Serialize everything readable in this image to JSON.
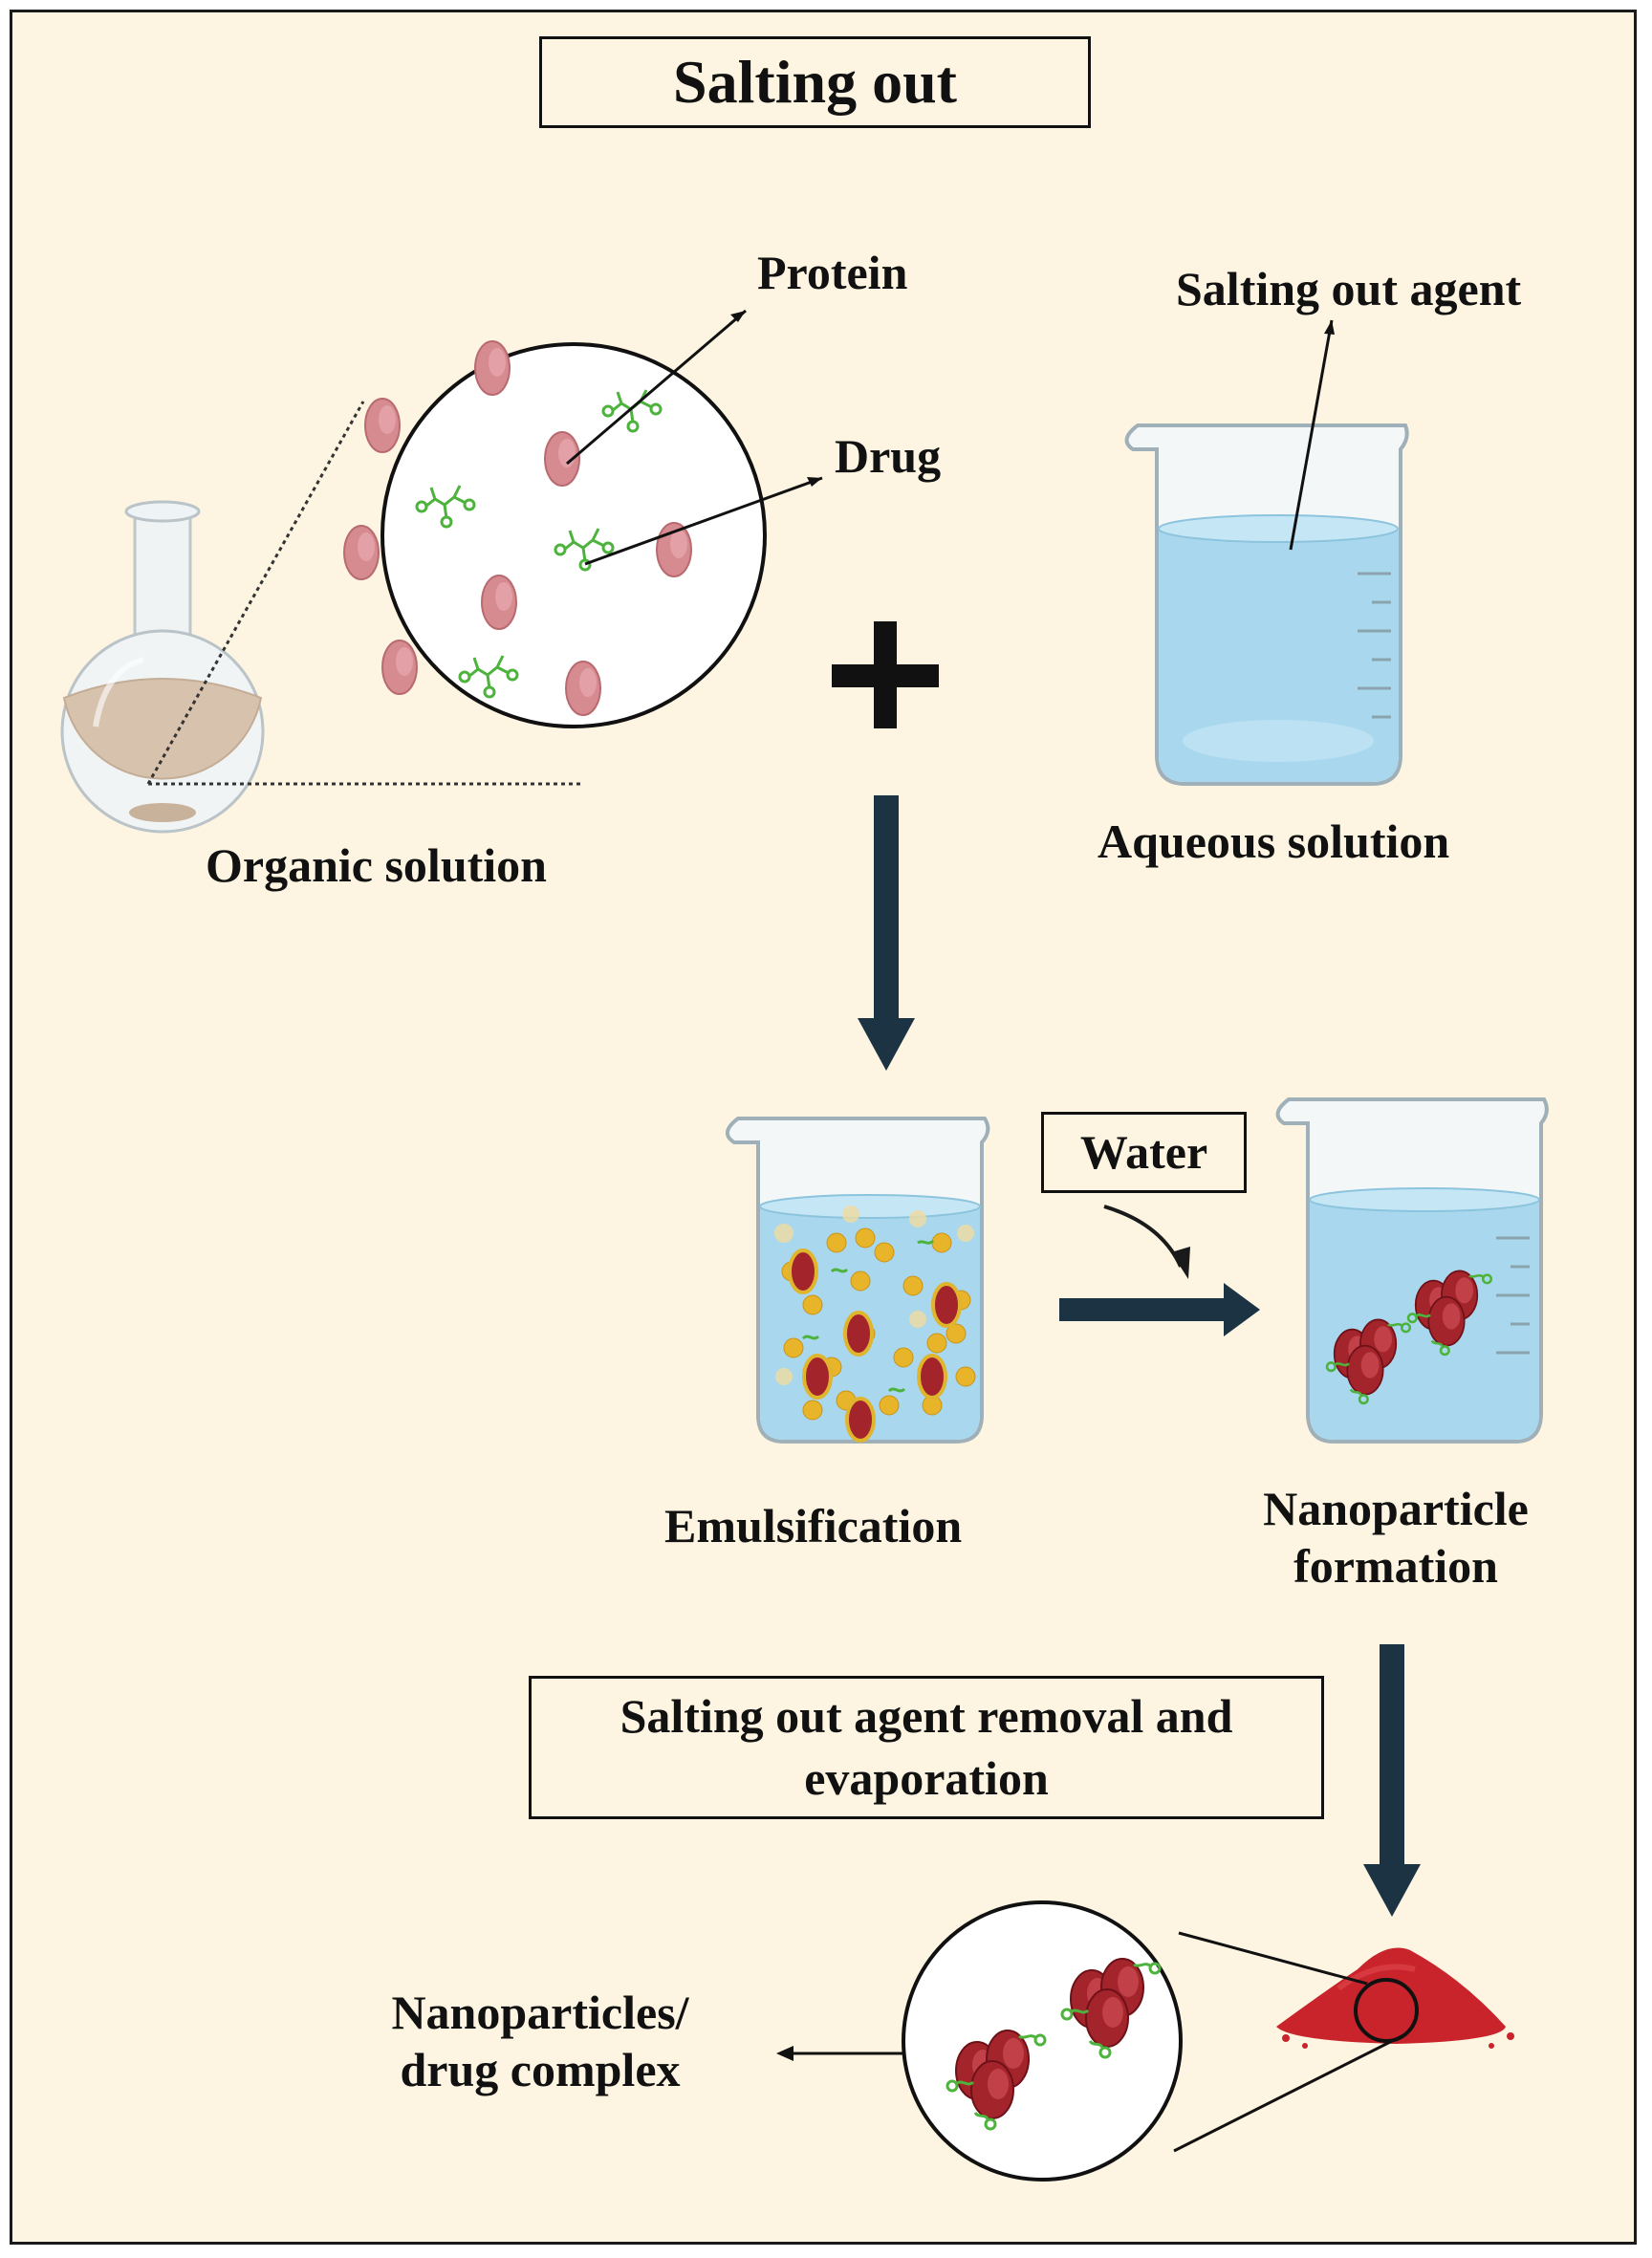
{
  "title": "Salting out",
  "labels": {
    "protein": "Protein",
    "drug": "Drug",
    "salting_agent": "Salting out agent",
    "organic": "Organic solution",
    "aqueous": "Aqueous solution",
    "water": "Water",
    "emulsification": "Emulsification",
    "nano_formation_1": "Nanoparticle",
    "nano_formation_2": "formation",
    "removal_1": "Salting out agent removal and",
    "removal_2": "evaporation",
    "complex_1": "Nanoparticles/",
    "complex_2": "drug complex"
  },
  "colors": {
    "background": "#fdf5e1",
    "arrow": "#1c3344",
    "protein": "#d58b8f",
    "drug": "#4db33d",
    "nanoparticle": "#a4242c",
    "droplet": "#e8b42a",
    "water": "#a9d8ee"
  }
}
